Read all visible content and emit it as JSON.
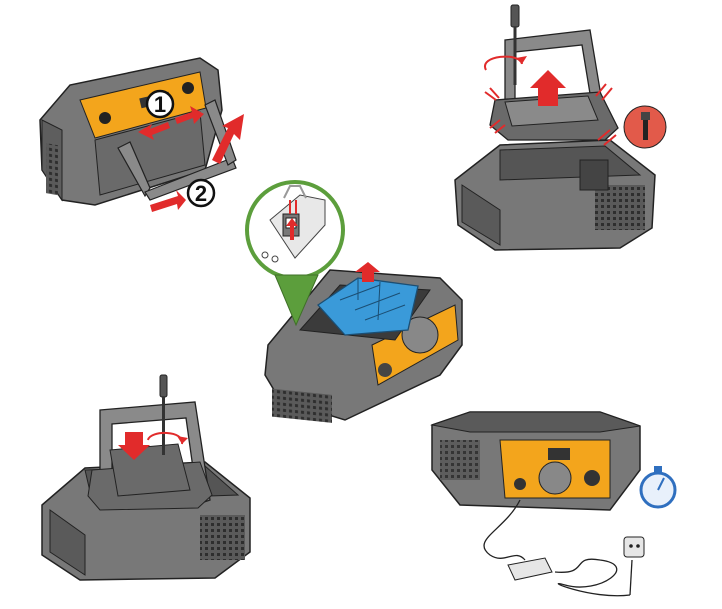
{
  "steps": [
    {
      "id": "open-handle",
      "callouts": [
        "1",
        "2"
      ]
    },
    {
      "id": "remove-battery-cover"
    },
    {
      "id": "insert-battery-connector"
    },
    {
      "id": "refit-cover"
    },
    {
      "id": "charge-unit"
    }
  ],
  "icons": {
    "screwdriver": "screwdriver-icon",
    "screw": "screw-icon",
    "stopwatch": "stopwatch-icon",
    "magnifier": "connector-detail-callout"
  },
  "colors": {
    "housing": "#6f6f6f",
    "housing_dark": "#4a4a4a",
    "accent": "#f3a51c",
    "battery": "#3a9ad9",
    "arrow": "#e12b2b",
    "callout_green": "#5c9e3c",
    "stopwatch_blue": "#2f6fbf"
  }
}
